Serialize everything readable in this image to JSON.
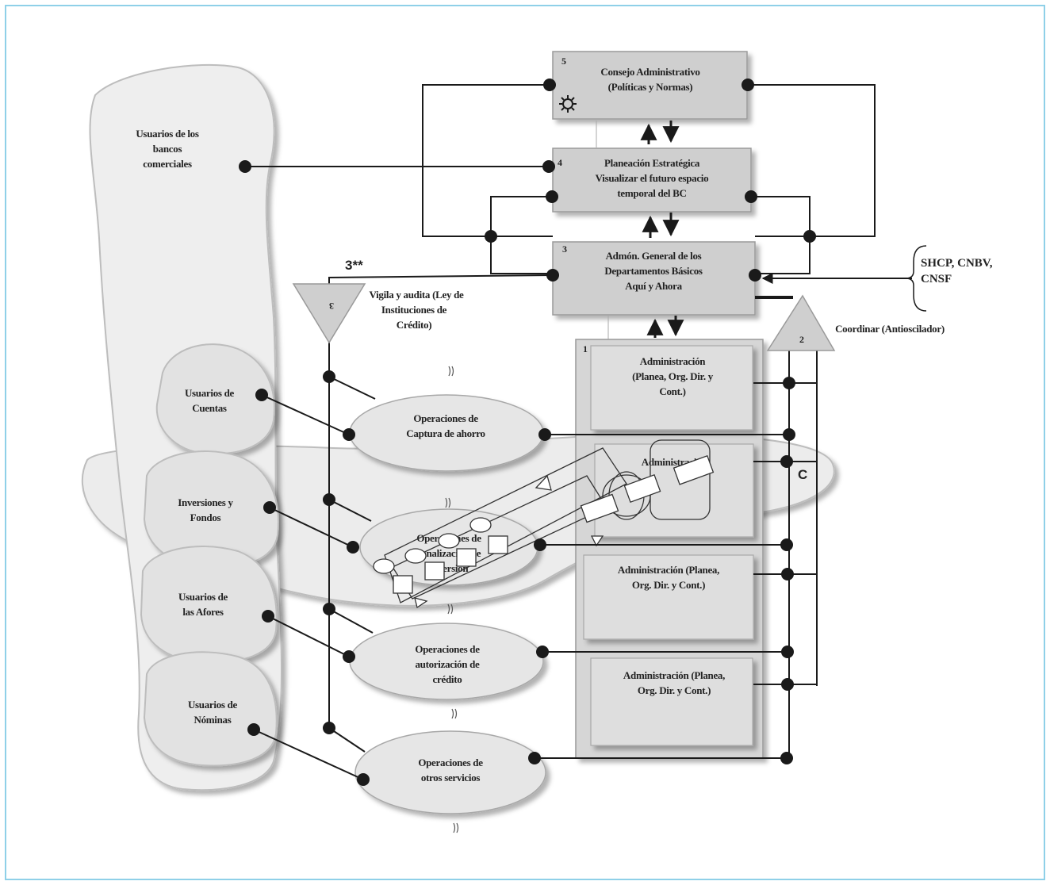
{
  "boxes": {
    "consejo": {
      "num": "5",
      "lines": [
        "Consejo Administrativo",
        "(Políticas y Normas)"
      ]
    },
    "planeacion": {
      "num": "4",
      "lines": [
        "Planeación Estratégica",
        "Visualizar el futuro espacio",
        "temporal del BC"
      ]
    },
    "admon": {
      "num": "3",
      "lines": [
        "Admón. General de los",
        "Departamentos  Básicos",
        "Aquí y Ahora"
      ]
    },
    "sub1": {
      "num": "1",
      "lines": [
        "Administración",
        "(Planea, Org. Dir. y",
        "Cont.)"
      ]
    },
    "sub2": {
      "lines": [
        "Administración"
      ]
    },
    "sub3": {
      "lines": [
        "Administración (Planea,",
        "Org. Dir. y Cont.)"
      ]
    },
    "sub4": {
      "lines": [
        "Administración (Planea,",
        "Org. Dir. y Cont.)"
      ]
    }
  },
  "users": {
    "bancos": [
      "Usuarios de los",
      "bancos",
      "comerciales"
    ],
    "cuentas": [
      "Usuarios de",
      "Cuentas"
    ],
    "inversiones": [
      "Inversiones y",
      "Fondos"
    ],
    "afores": [
      "Usuarios de",
      "las Afores"
    ],
    "nominas": [
      "Usuarios de",
      "Nóminas"
    ]
  },
  "operations": {
    "captura": [
      "Operaciones de",
      "Captura de ahorro"
    ],
    "canalizacion": [
      "Operaciones de",
      "canalización de",
      "inversión"
    ],
    "autorizacion": [
      "Operaciones de",
      "autorización de",
      "crédito"
    ],
    "otros": [
      "Operaciones de",
      "otros servicios"
    ]
  },
  "labels": {
    "three_star": "3**",
    "triangle_left": "3",
    "vigila": [
      "Vigila y audita  (Ley de",
      "Instituciones de",
      "Crédito)"
    ],
    "triangle_right": "2",
    "coordinar": "Coordinar (Antioscilador)",
    "regulators": [
      "SHCP, CNBV,",
      "CNSF"
    ],
    "c_label": "C"
  },
  "colors": {
    "box_fill": "#cfcfcf",
    "box_edge": "#9a9a9a",
    "cloud_fill": "#ececec",
    "line": "#1a1a1a"
  }
}
